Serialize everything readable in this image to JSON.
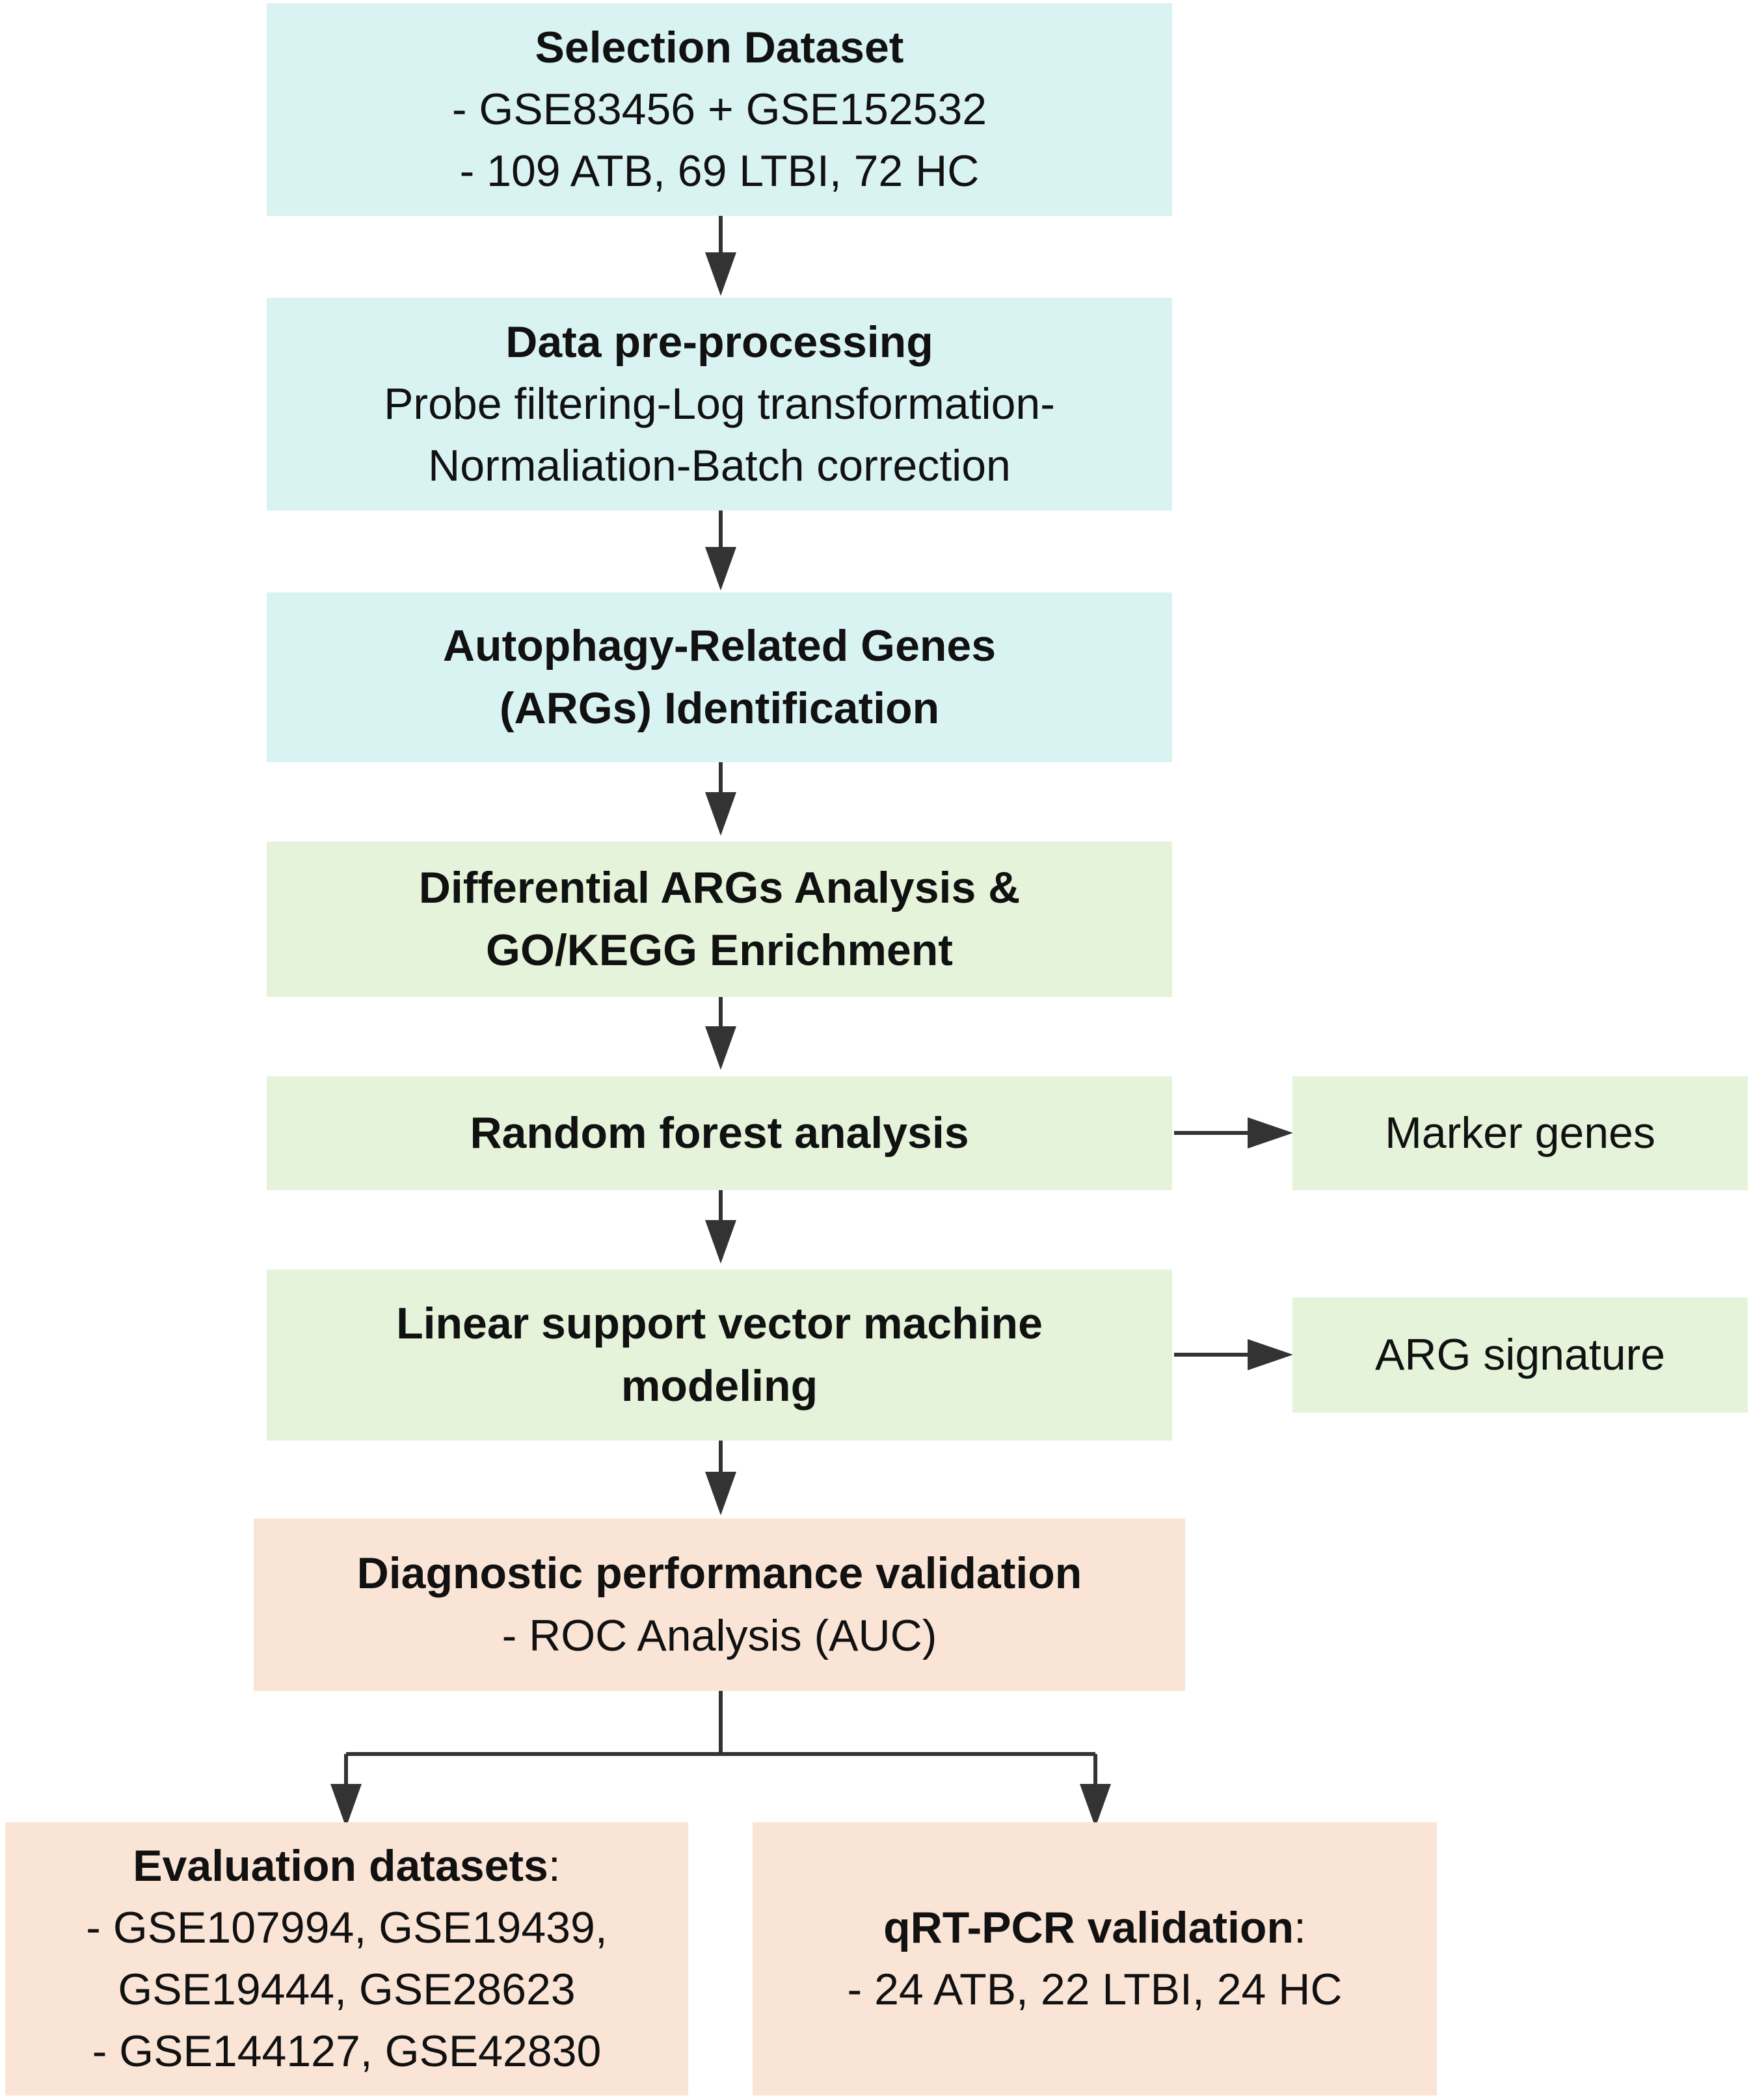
{
  "nodes": {
    "selection_dataset": {
      "title": "Selection Dataset",
      "line1": "- GSE83456 + GSE152532",
      "line2": "- 109 ATB, 69 LTBI, 72 HC"
    },
    "preprocessing": {
      "title": "Data pre-processing",
      "line1": "Probe filtering-Log transformation-",
      "line2": "Normaliation-Batch correction"
    },
    "arg_identification": {
      "line1": "Autophagy-Related Genes",
      "line2": "(ARGs) Identification"
    },
    "differential_analysis": {
      "line1": "Differential ARGs Analysis &",
      "line2": "GO/KEGG Enrichment"
    },
    "random_forest": {
      "title": "Random forest analysis"
    },
    "marker_genes": {
      "title": "Marker genes"
    },
    "svm_modeling": {
      "line1": "Linear support vector machine",
      "line2": "modeling"
    },
    "arg_signature": {
      "title": "ARG signature"
    },
    "diagnostic_validation": {
      "title": "Diagnostic performance validation",
      "line1": "- ROC Analysis (AUC)"
    },
    "evaluation_datasets": {
      "title": "Evaluation datasets",
      "suffix": ":",
      "line1": "- GSE107994, GSE19439,",
      "line2": "GSE19444, GSE28623",
      "line3": "- GSE144127, GSE42830"
    },
    "qrtpcr_validation": {
      "title": "qRT-PCR validation",
      "suffix": ":",
      "line1": "- 24 ATB, 22 LTBI, 24 HC"
    }
  },
  "colors": {
    "stage1": "#d9f2f2",
    "stage2": "#e4f3da",
    "stage3": "#f9e4d6",
    "arrow": "#333333"
  }
}
